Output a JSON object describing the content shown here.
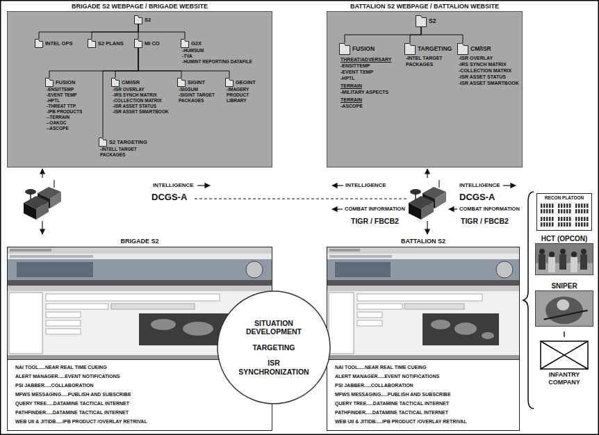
{
  "diagram": {
    "nodes": [
      {
        "text": [
          "BRIGADE S2 WEBPAGE / BRIGADE WEBSITE"
        ]
      },
      {
        "text": [
          "S2"
        ],
        "in": 0
      },
      {
        "text": [
          "INTEL OPS"
        ],
        "in": 0
      },
      {
        "text": [
          "S2 PLANS"
        ],
        "in": 0
      },
      {
        "text": [
          "MI CO"
        ],
        "in": 0
      },
      {
        "text": [
          "G2X",
          "-HUMSUM",
          "-TVA",
          "-HUMINT REPORTING DATAFILE"
        ],
        "in": 0
      },
      {
        "text": [
          "FUSION",
          "-ENSITTEMP",
          "-EVENT TEMP",
          "-HPTL",
          "-THREAT TTP",
          "-IPB PRODUCTS",
          "--TERRAIN",
          "--OAKOC",
          "--ASCOPE"
        ],
        "in": 0
      },
      {
        "text": [
          "CM/ISR",
          "-ISR OVERLAY",
          "-IRS SYNCH MATRIX",
          "-COLLECTION MATRIX",
          "-ISR ASSET STATUS",
          "-ISR ASSET SMARTBOOK"
        ],
        "in": 0
      },
      {
        "text": [
          "SIGINT",
          "-SIGSUM",
          "-SIGINT TARGET PACKAGES"
        ],
        "in": 0
      },
      {
        "text": [
          "GEOINT",
          "-IMAGERY PRODUCT LIBRARY"
        ],
        "in": 0
      },
      {
        "text": [
          "S2 TARGETING",
          "-INTELL TARGET PACKAGES"
        ],
        "in": 0
      },
      {
        "text": [
          "BATTALION S2 WEBPAGE / BATTALION WEBSITE"
        ]
      },
      {
        "text": [
          "S2"
        ],
        "in": 11
      },
      {
        "text": [
          "FUSION",
          "THREAT/ADVERSARY",
          "-ENSITTEMP",
          "-EVENT TEMP",
          "-HPTL",
          "TERRAIN",
          "-MILITARY ASPECTS",
          "TERRAIN",
          "-ASCOPE"
        ],
        "in": 11
      },
      {
        "text": [
          "TARGETING",
          "-INTEL TARGET PACKAGES"
        ],
        "in": 11
      },
      {
        "text": [
          "CM/ISR",
          "-ISR OVERLAY",
          "-IRS SYNCH MATRIX",
          "-COLLECTION MATRIX",
          "-ISR ASSET STATUS",
          "-ISR ASSET SMARTBOOK"
        ],
        "in": 11
      },
      {
        "text": [
          "RECON PLATOON"
        ]
      },
      {
        "text": [
          "HCT (OPCON)"
        ]
      },
      {
        "text": [
          "SNIPER"
        ]
      },
      {
        "text": [
          "BRIGADE S2",
          "NAI TOOL.....NEAR REAL TIME CUEING",
          "ALERT MANAGER.....EVENT NOTIFICATIONS",
          "PSI JABBER.....COLLABORATION",
          "MFWS MESSAGING.....PUBLISH AND SUBSCRIBE",
          "QUERY TREE.....DATAMINE TACTICAL INTERNET",
          "PATHFINDER.....DATAMINE TACTICAL INTERNET",
          "WEB UII & JITIDB.....IPB PRODUCT /OVERLAY RETRIVAL"
        ]
      },
      {
        "text": [
          "SITUATION DEVELOPMENT",
          "TARGETING",
          "ISR SYNCHRONIZATION"
        ]
      },
      {
        "text": [
          "BATTALION S2",
          "NAI TOOL.....NEAR REAL TIME CUEING",
          "ALERT MANAGER.....EVENT NOTIFICATIONS",
          "PSI JABBER.....COLLABORATION",
          "MFWS MESSAGING.....PUBLISH AND SUBSCRIBE",
          "QUERY TREE.....DATAMINE TACTICAL INTERNET",
          "PATHFINDER.....DATAMINE TACTICAL INTERNET",
          "WEB UII & JITIDB.....IPB PRODUCT /OVERLAY RETRIVAL"
        ]
      },
      {
        "text": [
          "I",
          "INFANTRY COMPANY"
        ]
      }
    ],
    "edges": [
      {
        "from": 1,
        "to": 2,
        "arrow": "none"
      },
      {
        "from": 1,
        "to": 3,
        "arrow": "none"
      },
      {
        "from": 1,
        "to": 4,
        "arrow": "none"
      },
      {
        "from": 1,
        "to": 5,
        "arrow": "none"
      },
      {
        "from": 4,
        "to": 6,
        "arrow": "none"
      },
      {
        "from": 4,
        "to": 7,
        "arrow": "none"
      },
      {
        "from": 4,
        "to": 8,
        "arrow": "none"
      },
      {
        "from": 4,
        "to": 9,
        "arrow": "none"
      },
      {
        "from": 4,
        "to": 10,
        "arrow": "none"
      },
      {
        "from": 12,
        "to": 13,
        "arrow": "none"
      },
      {
        "from": 12,
        "to": 14,
        "arrow": "none"
      },
      {
        "from": 12,
        "to": 15,
        "arrow": "none"
      }
    ],
    "labels": [
      "INTELLIGENCE",
      "DCGS-A",
      "INTELLIGENCE",
      "INTELLIGENCE",
      "DCGS-A",
      "COMBAT INFORMATION",
      "COMBAT INFORMATION",
      "TIGR / FBCB2",
      "TIGR / FBCB2"
    ]
  }
}
